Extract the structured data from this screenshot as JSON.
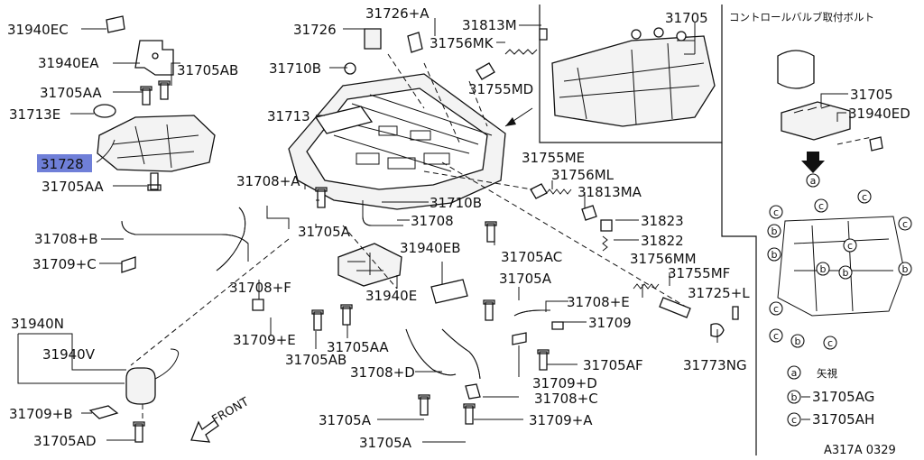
{
  "diagram": {
    "callouts": {
      "c31940EC": "31940EC",
      "c31940EA": "31940EA",
      "c31705AB": "31705AB",
      "c31705AA_top": "31705AA",
      "c31713E": "31713E",
      "c31728": "31728",
      "c31705AA_low": "31705AA",
      "c31726": "31726",
      "c31726A": "31726+A",
      "c31813M": "31813M",
      "c31756MK": "31756MK",
      "c31710B_top": "31710B",
      "c31755MD": "31755MD",
      "c31713": "31713",
      "c31705_inset": "31705",
      "c31755ME": "31755ME",
      "c31756ML": "31756ML",
      "c31813MA": "31813MA",
      "c31708A": "31708+A",
      "c31710B_mid": "31710B",
      "c31708": "31708",
      "c31705A_mid": "31705A",
      "c31705AC": "31705AC",
      "c31823": "31823",
      "c31822": "31822",
      "c31708B": "31708+B",
      "c31709C": "31709+C",
      "c31940EB": "31940EB",
      "c31756MM": "31756MM",
      "c31755MF": "31755MF",
      "c31708F": "31708+F",
      "c31940E": "31940E",
      "c31705A_r": "31705A",
      "c31708E": "31708+E",
      "c31725L": "31725+L",
      "c31709E": "31709+E",
      "c31709": "31709",
      "c31940N": "31940N",
      "c31705AA_mid": "31705AA",
      "c31940V": "31940V",
      "c31705AB_mid": "31705AB",
      "c31705AF": "31705AF",
      "c31773NG": "31773NG",
      "c31708D": "31708+D",
      "c31709D": "31709+D",
      "c31708C": "31708+C",
      "c31709B": "31709+B",
      "c31705A_bot1": "31705A",
      "c31709A": "31709+A",
      "c31705AD": "31705AD",
      "c31705A_bot2": "31705A",
      "front": "FRONT"
    },
    "right_panel": {
      "title_jp": "コントロールバルブ取付ボルト",
      "c31705": "31705",
      "c31940ED": "31940ED",
      "marker_a": "a",
      "legend": [
        {
          "symbol": "a",
          "text": "矢視"
        },
        {
          "symbol": "b",
          "text": "31705AG"
        },
        {
          "symbol": "c",
          "text": "31705AH"
        }
      ]
    },
    "diagram_code": "A317A 0329",
    "highlight_color": "#6f7fd8"
  }
}
